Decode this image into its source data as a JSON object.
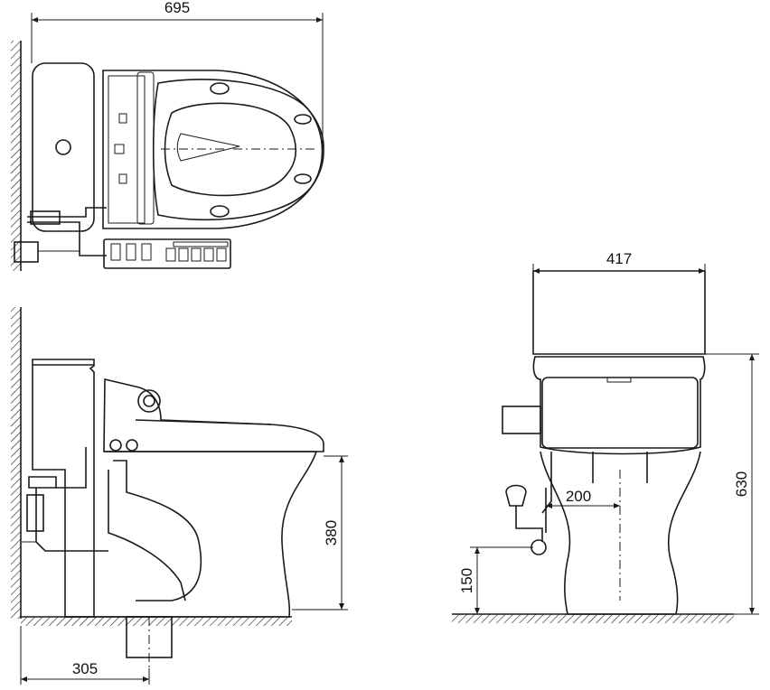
{
  "dimensions": {
    "overall_length": "695",
    "overall_width": "417",
    "overall_height": "630",
    "seat_height": "380",
    "rough_in": "305",
    "supply_offset": "200",
    "supply_height": "150"
  }
}
